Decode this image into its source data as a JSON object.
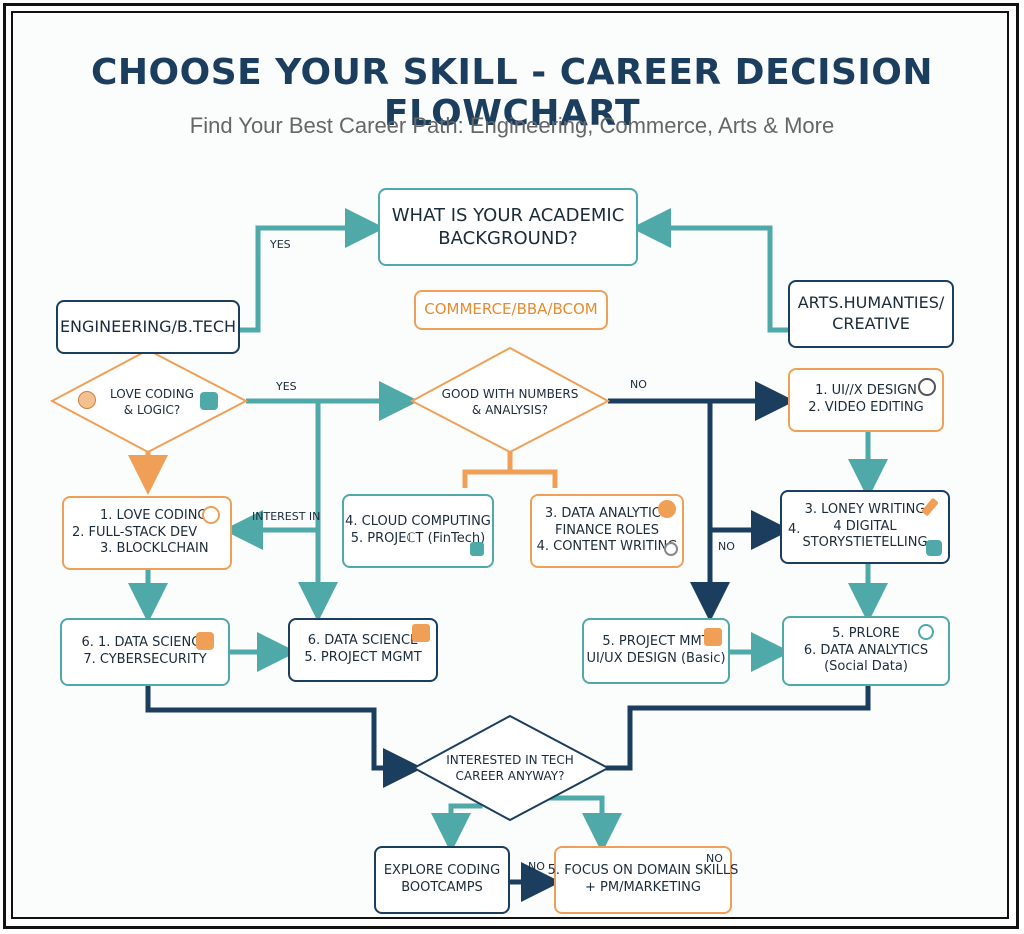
{
  "title": "CHOOSE YOUR SKILL - CAREER DECISION FLOWCHART",
  "subtitle": "Find Your Best Career Path: Engineering, Commerce, Arts & More",
  "start": {
    "l1": "WHAT IS YOUR ACADEMIC",
    "l2": "BACKGROUND?"
  },
  "engineering": "ENGINEERING/B.TECH",
  "commerce": "COMMERCE/BBA/BCOM",
  "arts": {
    "l1": "ARTS.HUMANTIES/",
    "l2": "CREATIVE"
  },
  "q_coding": {
    "l1": "LOVE CODING",
    "l2": "& LOGIC?"
  },
  "q_numbers": {
    "l1": "GOOD WITH NUMBERS",
    "l2": "& ANALYSIS?"
  },
  "q_tech": {
    "l1": "INTERESTED IN TECH",
    "l2": "CAREER ANYWAY?"
  },
  "eng_skills": {
    "l1": "1. LOVE CODING",
    "l2": "2.    FULL-STACK DEV",
    "l3": "3. BLOCKLCHAIN"
  },
  "eng_skills2": {
    "l1": "6. 1. DATA SCIENCE",
    "l2": "7. CYBERSECURITY"
  },
  "data_science": {
    "l1": "6.  DATA SCIENCE",
    "l2": "5. PROJECT MGMT"
  },
  "cloud": {
    "l1": "4. CLOUD COMPUTING",
    "l2": "5. PROJEℂT (FinTech)"
  },
  "data_analytics": {
    "l1": "3.  DATA ANALYTICS",
    "l2": "FINANCE ROLES",
    "l3": "4. CONTENT WRITING"
  },
  "project_mmt": {
    "l1": "5. PROJECT MMT",
    "l2": "UI/UX DESIGN (Basic)"
  },
  "ui_design": {
    "l1": "1.    UI//X DESIGN",
    "l2": "2. VIDEO EDITING"
  },
  "writing": {
    "l1": "3. LONEY WRITING",
    "l2": "4 DIGITAL",
    "l3": "STORYSTIETELLING",
    "prefix": "4."
  },
  "prlore": {
    "l1": "5.  PRLORE",
    "l2": "6. DATA ANALYTICS",
    "l3": "(Social Data)"
  },
  "bootcamps": {
    "l1": "EXPLORE CODING",
    "l2": "BOOTCAMPS"
  },
  "domain": {
    "l1": "5. FOCUS ON DOMAIN SKILLS",
    "l2": "+ PM/MARKETING"
  },
  "edges": {
    "yes1": "YES",
    "yes2": "YES",
    "no1": "NO",
    "no2": "NO",
    "no3": "NO",
    "no4": "NO",
    "interest": "INTEREST IN"
  },
  "colors": {
    "teal": "#4fa9a9",
    "navy": "#1b3d5e",
    "orange": "#f0a056"
  }
}
